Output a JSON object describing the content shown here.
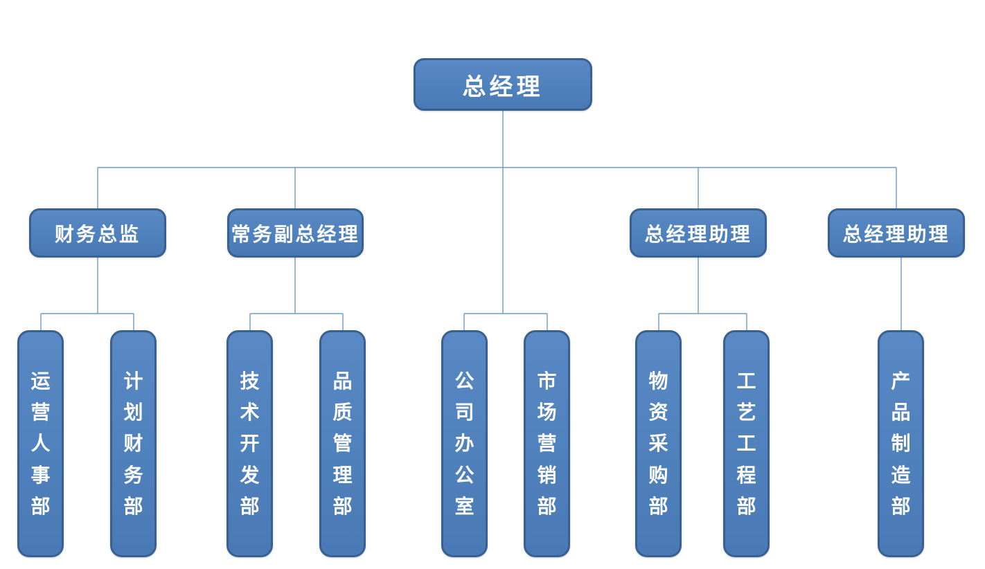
{
  "colors": {
    "node_fill": "#4f81bd",
    "node_fill_light": "#5a89c4",
    "node_fill_dark": "#4a7ab6",
    "node_border": "#39618f",
    "node_text": "#ffffff",
    "connector": "#6f9ac9",
    "canvas_bg": "#ffffff"
  },
  "nodes": {
    "root": {
      "label": "总经理"
    },
    "managers": [
      {
        "label": "财务总监"
      },
      {
        "label": "常务副总经理"
      },
      {
        "label": "总经理助理"
      },
      {
        "label": "总经理助理"
      }
    ],
    "departments": [
      {
        "label": "运营人事部"
      },
      {
        "label": "计划财务部"
      },
      {
        "label": "技术开发部"
      },
      {
        "label": "品质管理部"
      },
      {
        "label": "公司办公室"
      },
      {
        "label": "市场营销部"
      },
      {
        "label": "物资采购部"
      },
      {
        "label": "工艺工程部"
      },
      {
        "label": "产品制造部"
      }
    ]
  }
}
